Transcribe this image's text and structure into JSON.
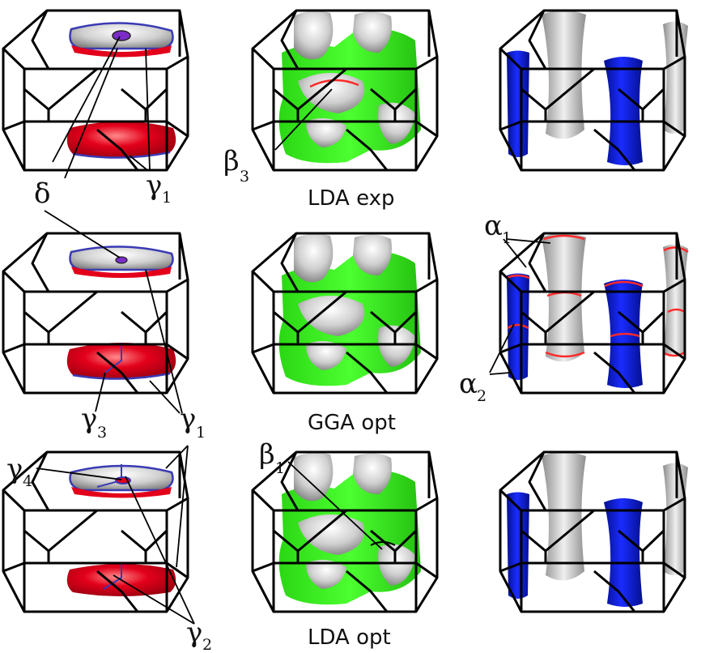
{
  "colors": {
    "pocket_red": "#e3001b",
    "pocket_grey": "#bdbdbd",
    "contour_blue": "#3a3ab4",
    "sheet_green": "#33e81c",
    "column_blue": "#0a16d8",
    "column_grey": "#c4c4c4",
    "orbit_red": "#ff2a2a",
    "edge_black": "#000000"
  },
  "rows": [
    {
      "label": "LDA exp"
    },
    {
      "label": "GGA opt"
    },
    {
      "label": "LDA opt"
    }
  ],
  "annotations": {
    "delta": "δ",
    "gamma": "γ",
    "beta": "β",
    "alpha": "α",
    "sub_1": "1",
    "sub_2": "2",
    "sub_3": "3",
    "sub_4": "4"
  }
}
